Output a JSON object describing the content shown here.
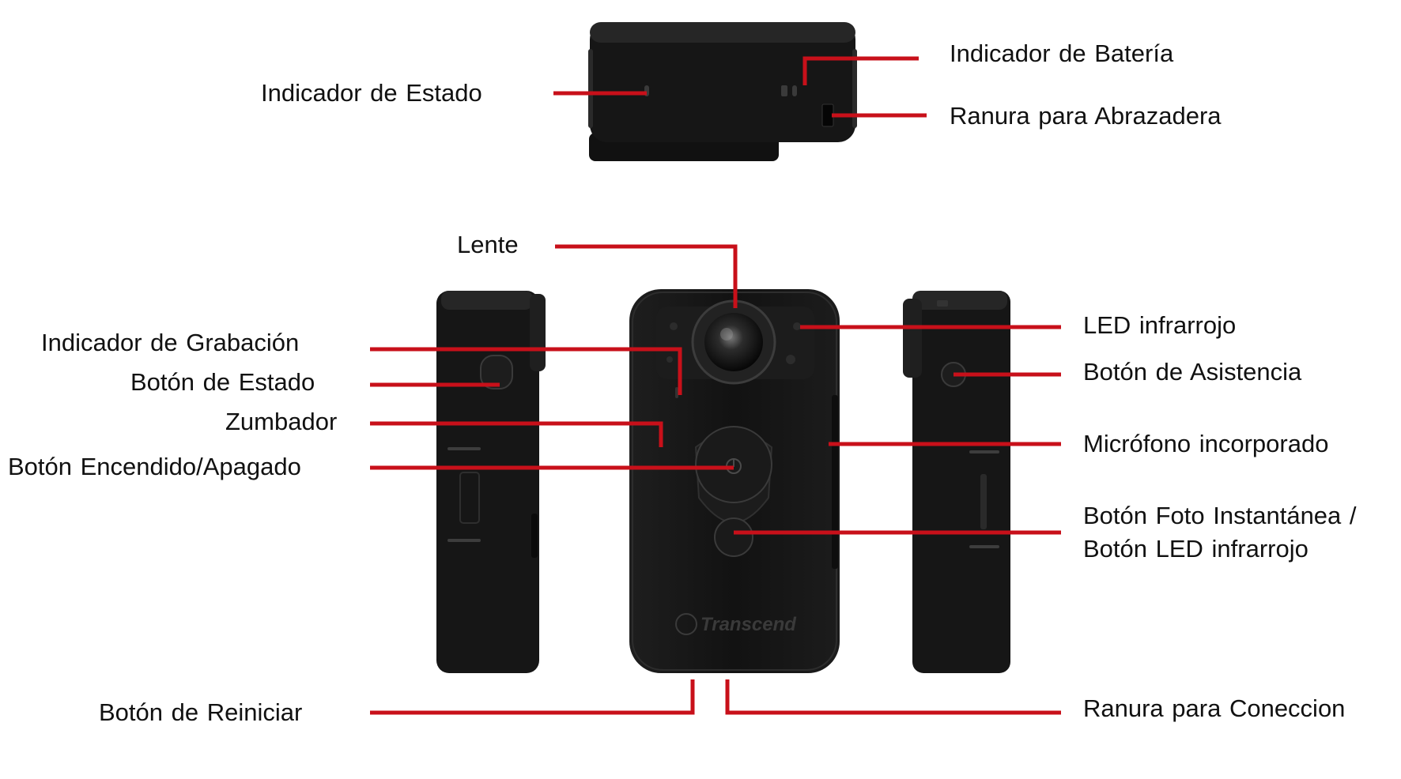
{
  "colors": {
    "leader": "#c8101a",
    "body": "#141414",
    "edge": "#2d2d2d",
    "text": "#111111"
  },
  "brand_logo": "Transcend",
  "labels": {
    "status_indicator": "Indicador  de  Estado",
    "battery_indicator": "Indicador de Batería",
    "clamp_slot": "Ranura para Abrazadera",
    "lens": "Lente",
    "recording_indicator": "Indicador  de  Grabación",
    "status_button": "Botón  de  Estado",
    "buzzer": "Zumbador",
    "power_button": "Botón  Encendido/Apagado",
    "ir_led": "LED infrarrojo",
    "assist_button": "Botón de Asistencia",
    "microphone": "Micrófono incorporado",
    "snapshot_button_line1": "Botón Foto Instantánea /",
    "snapshot_button_line2": "Botón LED infrarrojo",
    "reset_button": "Botón  de  Reiniciar",
    "connection_slot": "Ranura para Coneccion"
  }
}
